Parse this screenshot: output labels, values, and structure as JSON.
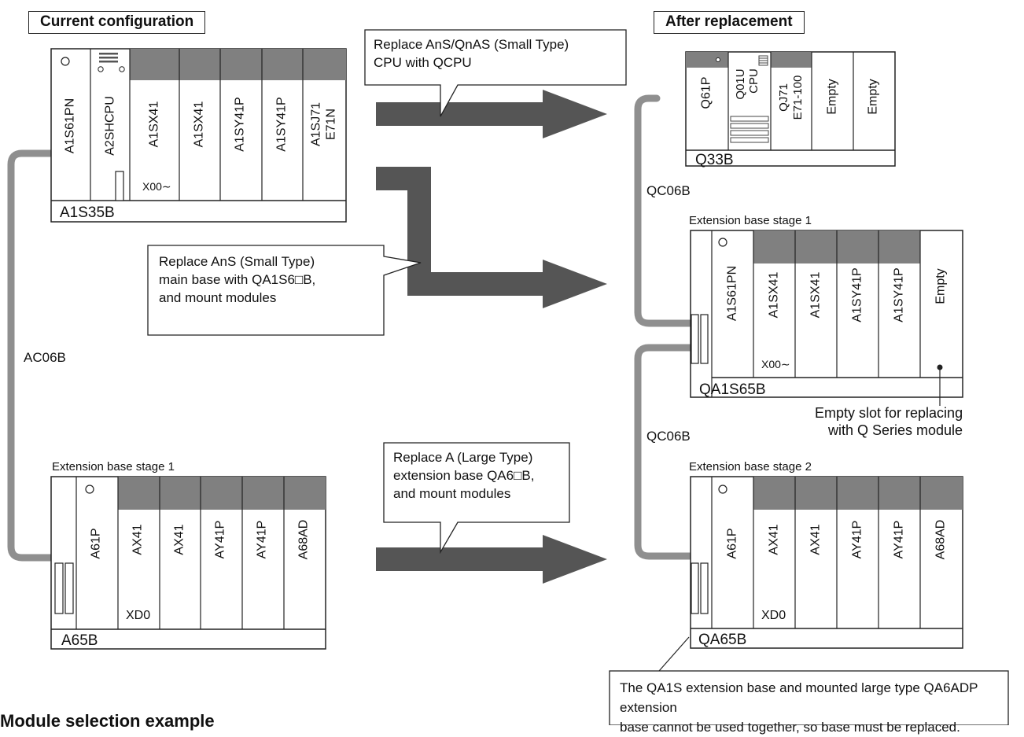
{
  "headers": {
    "current": "Current configuration",
    "after": "After replacement"
  },
  "callouts": {
    "cpu_line1": "Replace AnS/QnAS (Small Type)",
    "cpu_line2": "CPU with QCPU",
    "mainbase_line1": "Replace AnS (Small Type)",
    "mainbase_line2": "main base with QA1S6□B,",
    "mainbase_line3": "and mount modules",
    "ext_line1": "Replace A (Large Type)",
    "ext_line2": "extension base QA6□B,",
    "ext_line3": "and mount modules",
    "note_line1": "The QA1S extension base and mounted large type QA6ADP extension",
    "note_line2": "base cannot be used together, so base must be replaced.",
    "empty_line1": "Empty slot for replacing",
    "empty_line2": "with Q Series module"
  },
  "cables": {
    "left": "AC06B",
    "right_top": "QC06B",
    "right_mid": "QC06B"
  },
  "current_main": {
    "base": "A1S35B",
    "slots": [
      "A1S61PN",
      "A2SHCPU",
      "A1SX41",
      "A1SX41",
      "A1SY41P",
      "A1SY41P",
      "A1SJ71",
      "E71N"
    ],
    "io_label": "X00∼"
  },
  "current_ext": {
    "stage": "Extension base stage 1",
    "base": "A65B",
    "slots": [
      "A61P",
      "AX41",
      "AX41",
      "AY41P",
      "AY41P",
      "A68AD"
    ],
    "io_label": "XD0"
  },
  "after_main": {
    "base": "Q33B",
    "slots": [
      "Q61P",
      "Q01U",
      "CPU",
      "QJ71",
      "E71-100",
      "Empty",
      "Empty"
    ]
  },
  "after_ext1": {
    "stage": "Extension base stage 1",
    "base": "QA1S65B",
    "slots": [
      "A1S61PN",
      "A1SX41",
      "A1SX41",
      "A1SY41P",
      "A1SY41P",
      "Empty"
    ],
    "io_label": "X00∼"
  },
  "after_ext2": {
    "stage": "Extension base stage 2",
    "base": "QA65B",
    "slots": [
      "A61P",
      "AX41",
      "AX41",
      "AY41P",
      "AY41P",
      "A68AD"
    ],
    "io_label": "XD0"
  },
  "section_title": "Module selection example"
}
